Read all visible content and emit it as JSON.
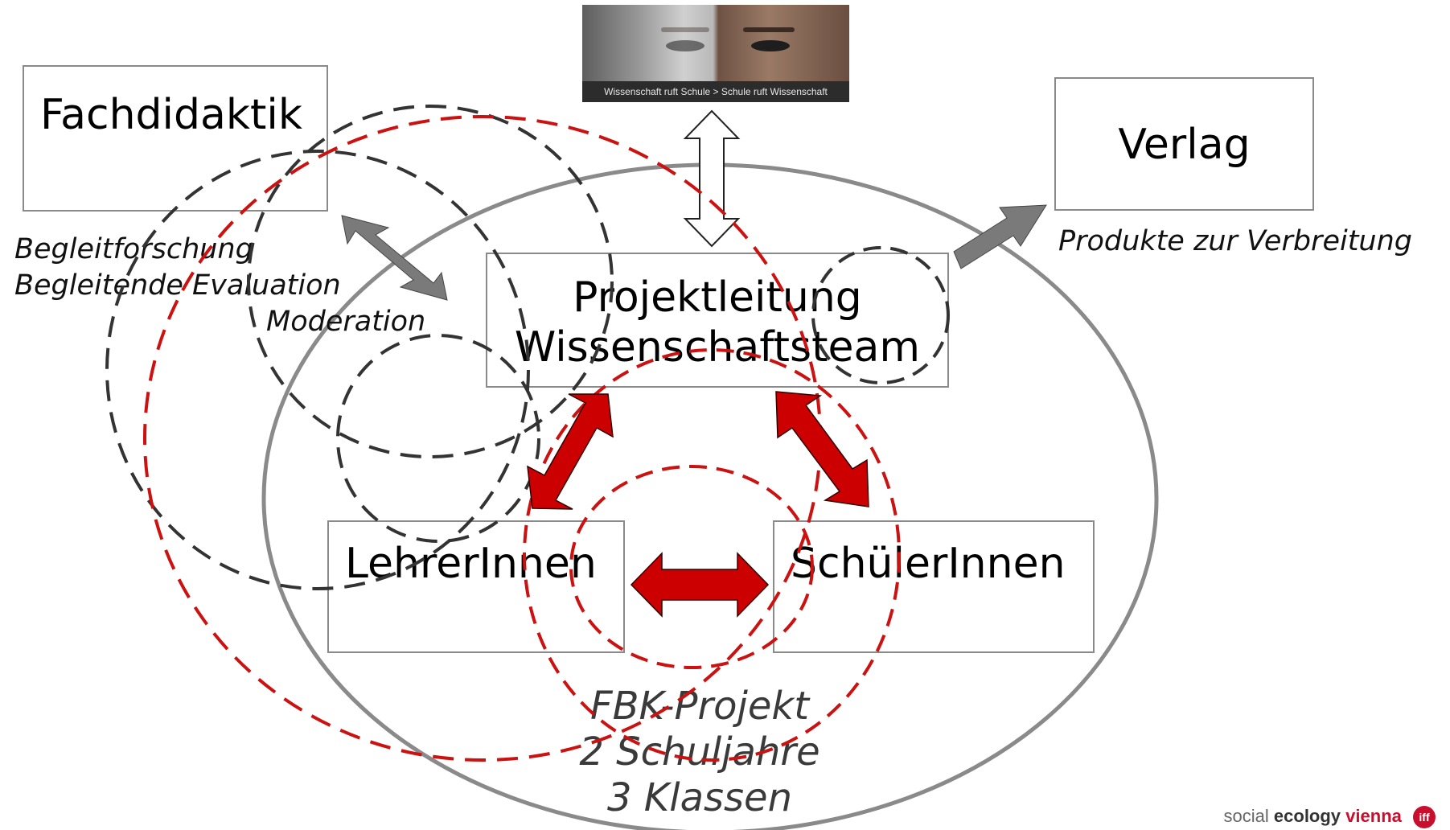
{
  "boxes": {
    "fachdidaktik": "Fachdidaktik",
    "verlag": "Verlag",
    "projektleitung_line1": "Projektleitung",
    "projektleitung_line2": "Wissenschaftsteam",
    "lehrerinnen": "LehrerInnen",
    "schuelerinnen": "SchülerInnen"
  },
  "annotations": {
    "begleitforschung": "Begleitforschung",
    "begleitende_evaluation": "Begleitende Evaluation",
    "moderation": "Moderation",
    "produkte": "Produkte zur Verbreitung"
  },
  "project": {
    "line1": "FBK-Projekt",
    "line2": "2 Schuljahre",
    "line3": "3 Klassen"
  },
  "banner": {
    "caption": "Wissenschaft ruft Schule > Schule ruft Wissenschaft"
  },
  "footer": {
    "word1": "social",
    "word2": "ecology",
    "word3": "vienna",
    "badge": "iff"
  },
  "colors": {
    "red_arrow": "#cc0000",
    "red_dashed": "#cc1111",
    "dark_dashed": "#333333",
    "gray_arrow": "#7a7a7a",
    "outline": "#8a8a8a"
  },
  "icons": {
    "banner_image": "two-faces-photo",
    "logo": "iff-logo"
  }
}
